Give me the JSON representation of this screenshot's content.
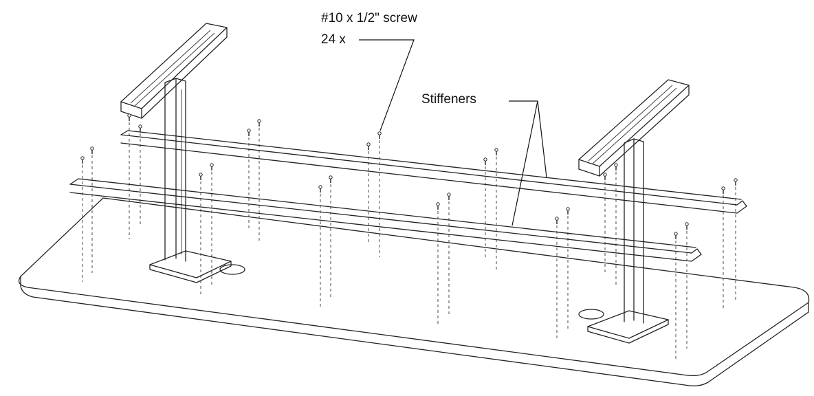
{
  "labels": {
    "screw_spec": "#10 x 1/2\" screw",
    "screw_qty": "24 x",
    "stiffeners": "Stiffeners"
  },
  "parts": {
    "screw_count": 24
  },
  "colors": {
    "line": "#222222",
    "background": "#ffffff"
  }
}
